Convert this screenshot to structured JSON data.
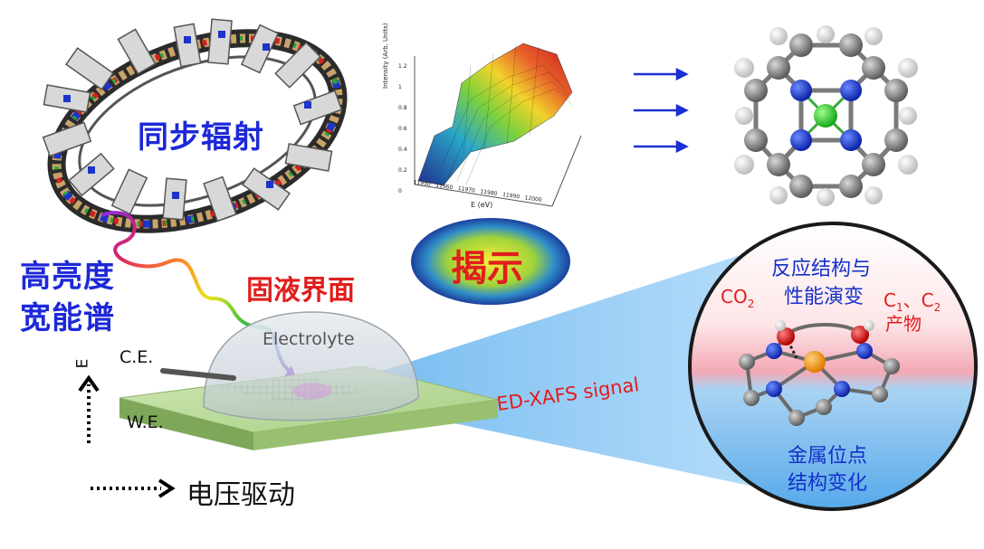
{
  "ring_label": "同步辐射",
  "beam_label_line1": "高亮度",
  "beam_label_line2": "宽能谱",
  "interface_label": "固液界面",
  "electrolyte_label": "Electrolyte",
  "ce_label": "C.E.",
  "we_label": "W.E.",
  "e_axis_label": "E",
  "voltage_label": "电压驱动",
  "reveal_label": "揭示",
  "signal_label": "ED-XAFS signal",
  "circle_top_line1": "反应结构与",
  "circle_top_line2": "性能演变",
  "co2_label": "CO",
  "co2_sub": "2",
  "c1c2_label_a": "C",
  "c1c2_sub1": "1",
  "c1c2_label_b": "、C",
  "c1c2_sub2": "2",
  "product_label": "产物",
  "circle_bottom_line1": "金属位点",
  "circle_bottom_line2": "结构变化",
  "spectrum": {
    "ylabel": "Intensity (Arb. Units)",
    "xlabel": "E (eV)",
    "yticks": [
      "1.2",
      "1",
      "0.8",
      "0.6",
      "0.4",
      "0.2",
      "0"
    ],
    "xticks": [
      "11950",
      "11960",
      "11970",
      "11980",
      "11990",
      "12000"
    ]
  },
  "colors": {
    "title_blue": "#1d28d8",
    "label_red": "#e11d1d",
    "arrow_blue": "#1a2fd6"
  }
}
